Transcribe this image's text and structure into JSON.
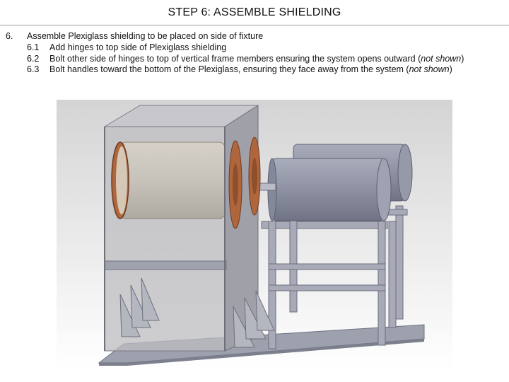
{
  "slide": {
    "title": "STEP 6: ASSEMBLE SHIELDING"
  },
  "step": {
    "number": "6.",
    "text": "Assemble Plexiglass shielding to be placed on side of fixture",
    "substeps": [
      {
        "number": "6.1",
        "text": "Add hinges to top side of Plexiglass shielding"
      },
      {
        "number": "6.2",
        "text_before": "Bolt other side of hinges to top of vertical frame members ensuring the system opens outward (",
        "text_italic": "not shown",
        "text_after": ")"
      },
      {
        "number": "6.3",
        "text_before": "Bolt handles toward the bottom of the Plexiglass, ensuring they face away from the system (",
        "text_italic": "not shown",
        "text_after": ")"
      }
    ]
  },
  "figure": {
    "colors": {
      "background_top": "#d4d4d4",
      "background_bottom": "#ffffff",
      "frame_steel": "#a8aab8",
      "plexiglass": "#b9b9bd",
      "cylinder": "#8f93a3",
      "wood": "#b0663d"
    }
  }
}
